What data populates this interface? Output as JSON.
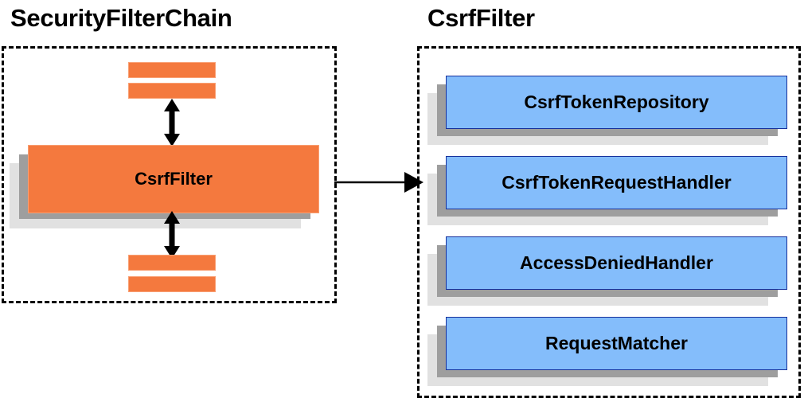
{
  "diagram": {
    "type": "component-relationship-diagram",
    "colors": {
      "orange_fill": "#f4793e",
      "orange_border": "#f9a074",
      "blue_fill": "#84bdfb",
      "blue_border": "#16309c",
      "shadow_mid": "#9e9e9e",
      "shadow_back": "#e1e1e1",
      "outline": "#000000",
      "background": "#ffffff"
    }
  },
  "left_panel": {
    "title": "SecurityFilterChain",
    "border_style": "dashed",
    "focus_node": {
      "label": "CsrfFilter"
    },
    "bars_above": [
      {
        "label": ""
      },
      {
        "label": ""
      }
    ],
    "bars_below": [
      {
        "label": ""
      },
      {
        "label": ""
      }
    ],
    "arrows": [
      {
        "name": "arrow-above",
        "direction": "double-vertical"
      },
      {
        "name": "arrow-below",
        "direction": "double-vertical"
      }
    ]
  },
  "right_panel": {
    "title": "CsrfFilter",
    "border_style": "dashed",
    "collaborators": [
      {
        "label": "CsrfTokenRepository"
      },
      {
        "label": "CsrfTokenRequestHandler"
      },
      {
        "label": "AccessDeniedHandler"
      },
      {
        "label": "RequestMatcher"
      }
    ]
  },
  "connector": {
    "name": "expansion-arrow",
    "direction": "left-to-right",
    "from": "CsrfFilter (SecurityFilterChain)",
    "to": "CsrfFilter detail panel",
    "label": ""
  }
}
